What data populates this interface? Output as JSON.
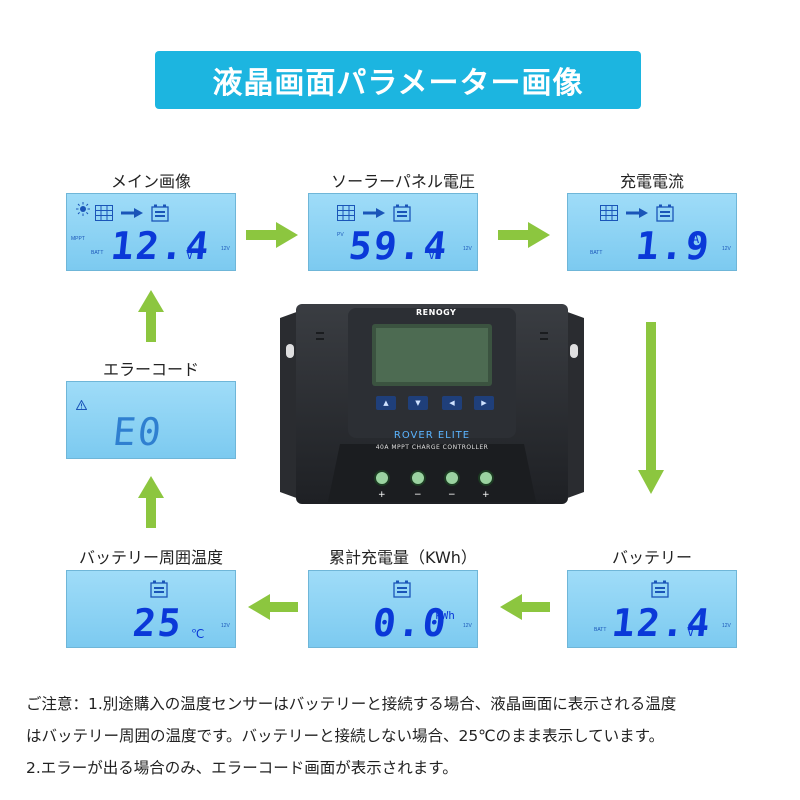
{
  "title": "液晶画面パラメーター画像",
  "panels": {
    "main": {
      "label": "メイン画像",
      "value": "12.4",
      "unit": "V",
      "batt": "BATT",
      "mppt": "MPPT",
      "v12": "12V"
    },
    "pv": {
      "label": "ソーラーパネル電圧",
      "value": "59.4",
      "unit": "V",
      "pv": "PV",
      "v12": "12V"
    },
    "charge": {
      "label": "充電電流",
      "value": "1.9",
      "unit": "A",
      "batt": "BATT",
      "v12": "12V"
    },
    "battery": {
      "label": "バッテリー",
      "value": "12.4",
      "unit": "V",
      "batt": "BATT",
      "v12": "12V"
    },
    "kwh": {
      "label": "累計充電量（KWh）",
      "value": "0.0",
      "unit": "kWh",
      "v12": "12V"
    },
    "temp": {
      "label": "バッテリー周囲温度",
      "value": "25",
      "unit": "℃",
      "v12": "12V"
    },
    "error": {
      "label": "エラーコード",
      "value": "E0"
    }
  },
  "device": {
    "brand": "RENOGY",
    "model": "ROVER ELITE",
    "subtitle": "40A MPPT CHARGE CONTROLLER",
    "terminals": [
      "+",
      "−",
      "−",
      "+"
    ]
  },
  "notes": [
    "ご注意：1.別途購入の温度センサーはバッテリーと接続する場合、液晶画面に表示される温度",
    "はバッテリー周囲の温度です。バッテリーと接続しない場合、25℃のまま表示しています。",
    "2.エラーが出る場合のみ、エラーコード画面が表示されます。"
  ],
  "colors": {
    "banner": "#1cb5e0",
    "arrow": "#8cc63f",
    "lcd": "#8fd4f6",
    "digits": "#0a38d8"
  },
  "icons": [
    "sun-icon",
    "solar-panel-icon",
    "arrow-right-icon",
    "battery-icon",
    "warning-icon"
  ]
}
